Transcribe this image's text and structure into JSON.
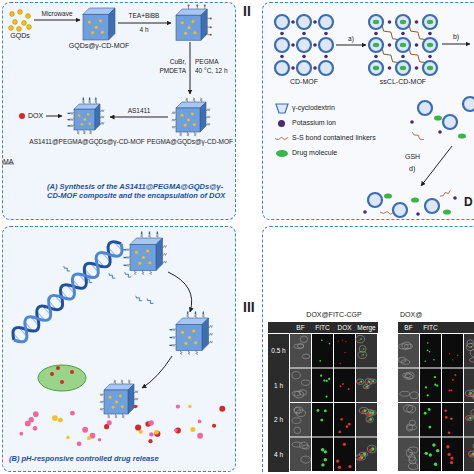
{
  "diagram": {
    "nodes": [
      {
        "text": [
          "(A) Synthesis of the AS1411@PEGMA@GQDs@γ-CD-MOF composite and the encapsulation of DOX"
        ]
      },
      {
        "text": [
          "GQDs"
        ],
        "in": 0
      },
      {
        "text": [
          "GQDs@γ-CD-MOF"
        ],
        "in": 0
      },
      {
        "text": [
          "PEGMA@GQDs@γ-CD-MOF"
        ],
        "in": 0
      },
      {
        "text": [
          "AS1411@PEGMA@GQDs@γ-CD-MOF"
        ],
        "in": 0
      },
      {
        "text": [
          "II"
        ]
      },
      {
        "text": [
          "CD-MOF"
        ],
        "in": 5
      },
      {
        "text": [
          "ssCL-CD-MOF"
        ],
        "in": 5
      },
      {
        "text": [
          "(B) pH-responsive controlled drug release"
        ]
      },
      {
        "text": [
          "III"
        ]
      }
    ],
    "edges": [
      {
        "from": 1,
        "to": 2,
        "label": "Microwave",
        "arrow": "to"
      },
      {
        "from": 3,
        "to": 4,
        "label": "AS1411",
        "arrow": "to"
      },
      {
        "from": 6,
        "to": 7,
        "label": "a)",
        "arrow": "to"
      }
    ],
    "labels": [
      "TEA+BiBB",
      "4 h",
      "CuBr,",
      "PMDETA",
      "PEGMA",
      "40 °C, 12 h",
      "DOX",
      "MA",
      "b)",
      "GSH",
      "d)",
      "D",
      "DOX@FITC-CGP",
      "DOX@",
      "BF",
      "FITC",
      "DOX",
      "Merge",
      "0.5 h",
      "1 h",
      "2 h",
      "4 h",
      "BF",
      "FITC"
    ],
    "legend": [
      {
        "text": "γ-cyclodextrin"
      },
      {
        "text": "Potassium ion",
        "color": "#4b2a6e"
      },
      {
        "text": "S-S bond contained linkers"
      },
      {
        "text": "Drug molecule",
        "color": "#3cb44b"
      }
    ]
  }
}
